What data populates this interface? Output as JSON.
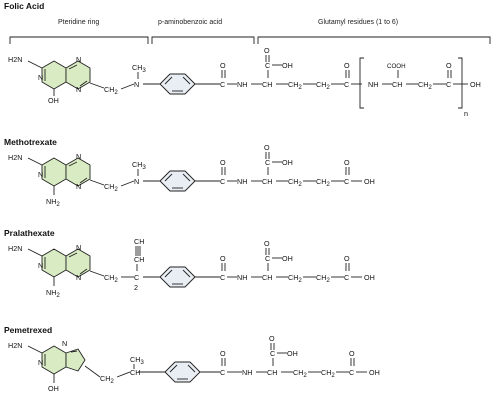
{
  "figure": {
    "header": {
      "pteridine": "Pteridine ring",
      "paba": "p-aminobenzoic acid",
      "glutamyl": "Glutamyl residues (1 to 6)"
    },
    "molecules": [
      {
        "name": "Folic Acid",
        "ring_substituent": "OH",
        "linker": "N-CH3",
        "extra_tail": true,
        "tail_cooh": "COOH",
        "tail_oh": "OH",
        "repeat": "n"
      },
      {
        "name": "Methotrexate",
        "ring_substituent": "NH2",
        "linker": "N-CH3"
      },
      {
        "name": "Pralathexate",
        "ring_substituent": "NH2",
        "linker": "propargyl"
      },
      {
        "name": "Pemetrexed",
        "ring_substituent": "OH",
        "linker": "CH3"
      }
    ],
    "atoms": {
      "h2n": "H2N",
      "h2": "2",
      "n": "N",
      "nh": "NH",
      "ch2": "CH",
      "ch3": "CH",
      "ch": "CH",
      "c": "C",
      "o": "O",
      "oh": "OH",
      "nh2": "NH",
      "sub2": "2",
      "sub3": "3"
    },
    "colors": {
      "ring_fill": "#d8ebc2",
      "benzene_fill": "#e8eef4",
      "line": "#222222"
    }
  }
}
